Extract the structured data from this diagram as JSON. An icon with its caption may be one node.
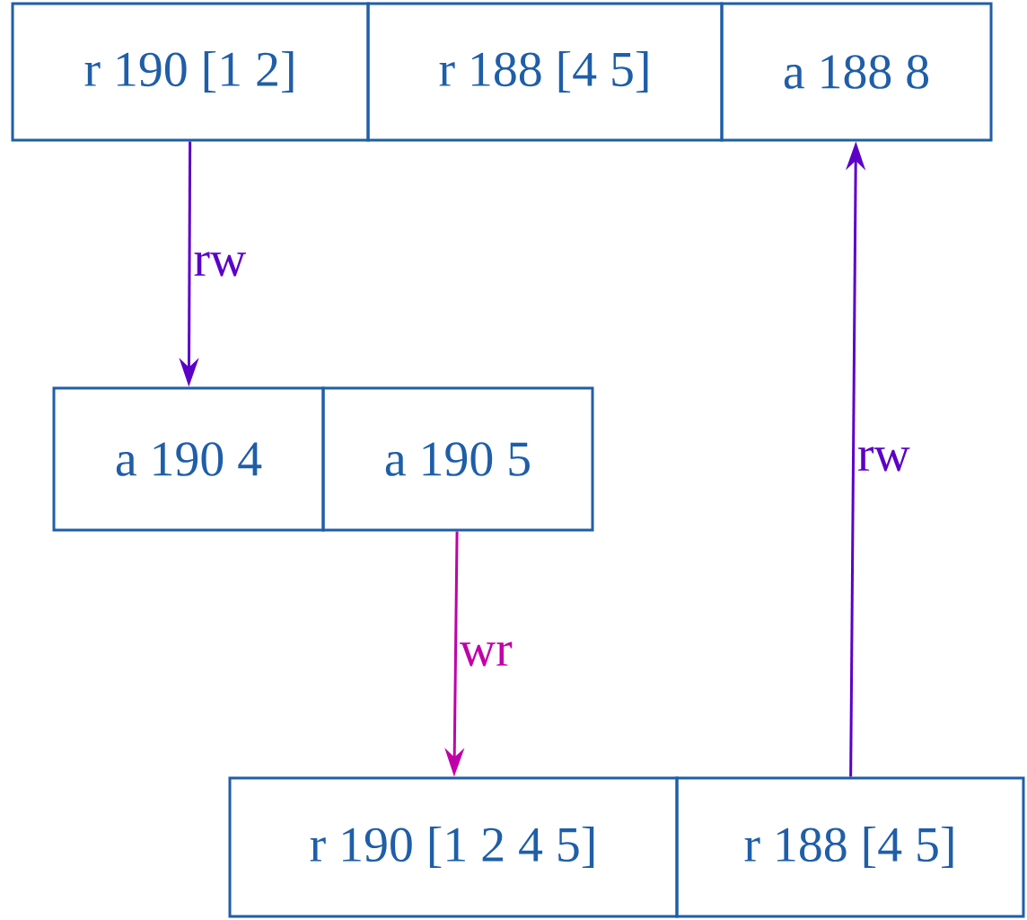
{
  "diagram": {
    "nodes": [
      {
        "text": [
          "r 190 [1 2]"
        ]
      },
      {
        "text": [
          "r 188 [4 5]"
        ]
      },
      {
        "text": [
          "a 188 8"
        ]
      },
      {
        "text": [
          "a 190 4"
        ]
      },
      {
        "text": [
          "a 190 5"
        ]
      },
      {
        "text": [
          "r 190 [1 2 4 5]"
        ]
      },
      {
        "text": [
          "r 188 [4 5]"
        ]
      }
    ],
    "edges": [
      {
        "from": 0,
        "to": 3,
        "arrow": "to",
        "label": "rw"
      },
      {
        "from": 4,
        "to": 5,
        "arrow": "to",
        "label": "wr",
        "color": "#c000a8"
      },
      {
        "from": 6,
        "to": 2,
        "arrow": "to",
        "label": "rw"
      }
    ]
  }
}
